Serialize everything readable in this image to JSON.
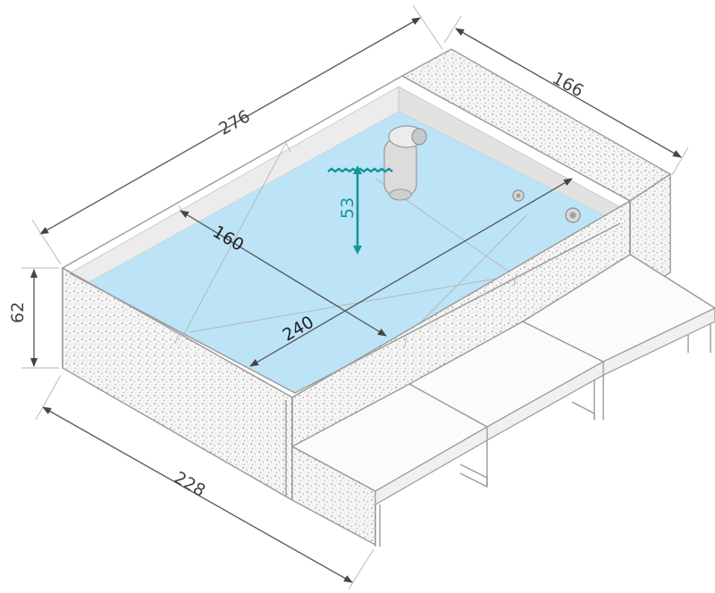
{
  "colors": {
    "water": "#bde3f6",
    "wall_texture": "#f3f3f3",
    "outline": "#9a9a9a",
    "dimension": "#555555",
    "accent": "#13979d",
    "bench_top": "#fbfbfb"
  },
  "dimensions": {
    "outer_length": "276",
    "outer_side": "166",
    "outer_front": "228",
    "height": "62",
    "inner_width": "160",
    "inner_length": "240",
    "water_depth": "53"
  },
  "icons": {
    "skimmer": "skimmer-icon",
    "inlet_nozzle": "inlet-nozzle-icon"
  }
}
